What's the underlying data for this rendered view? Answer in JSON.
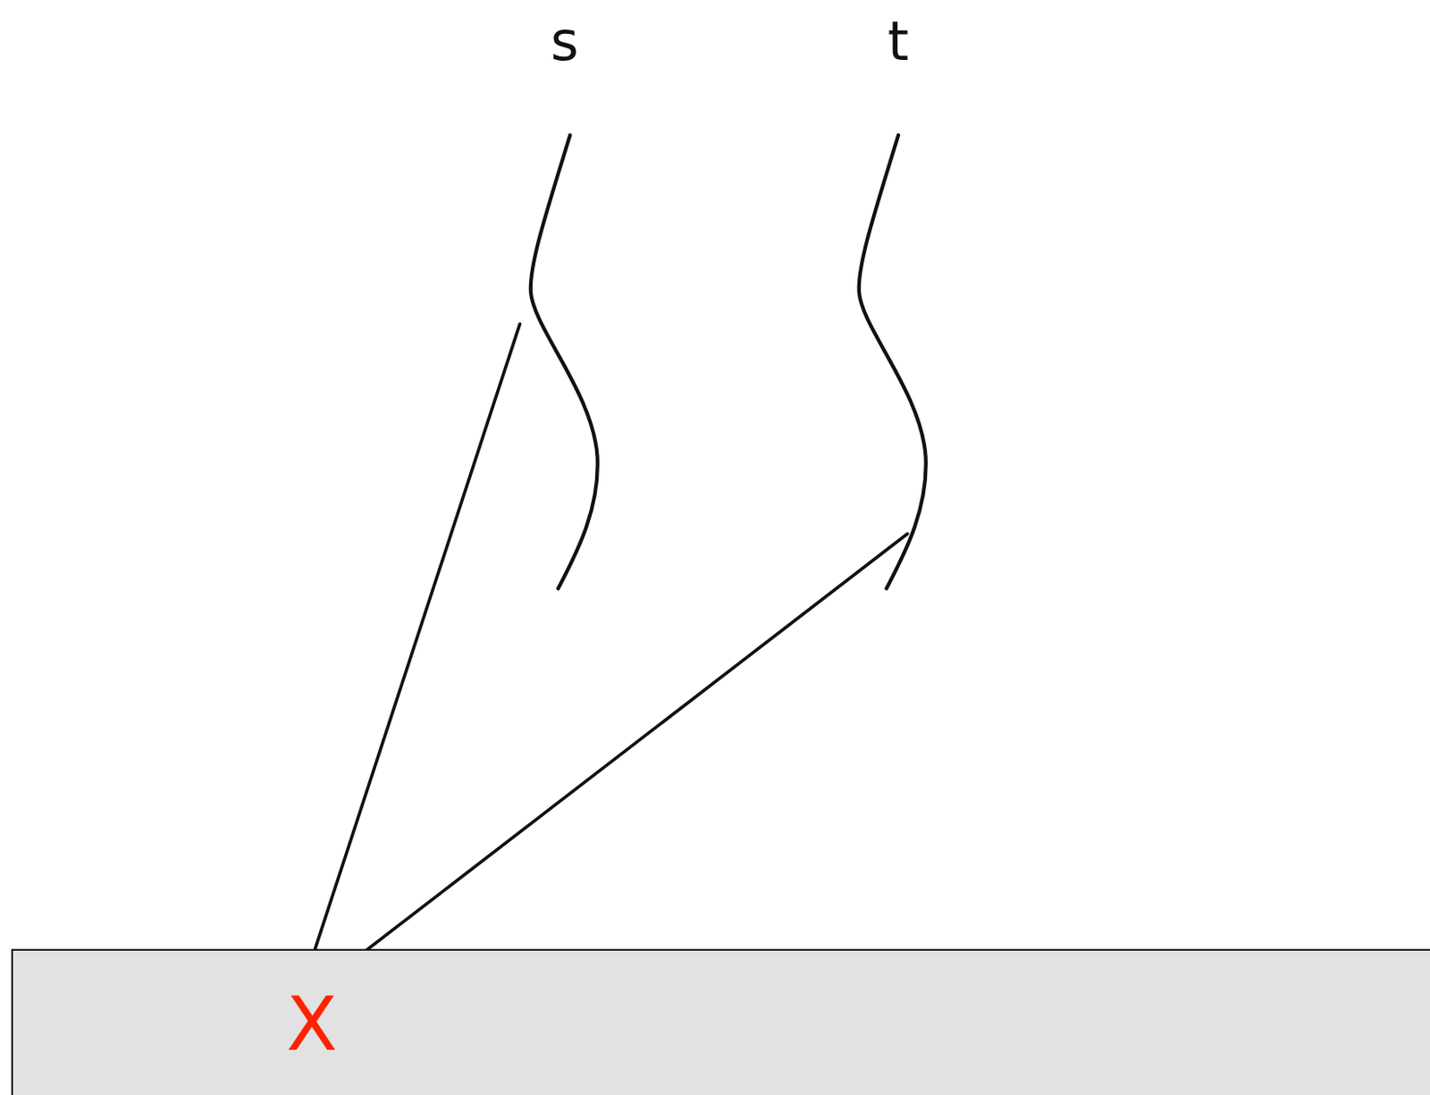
{
  "diagram": {
    "nodes": [
      {
        "text": [
          "X"
        ]
      }
    ],
    "labels": [
      "s",
      "t"
    ]
  }
}
